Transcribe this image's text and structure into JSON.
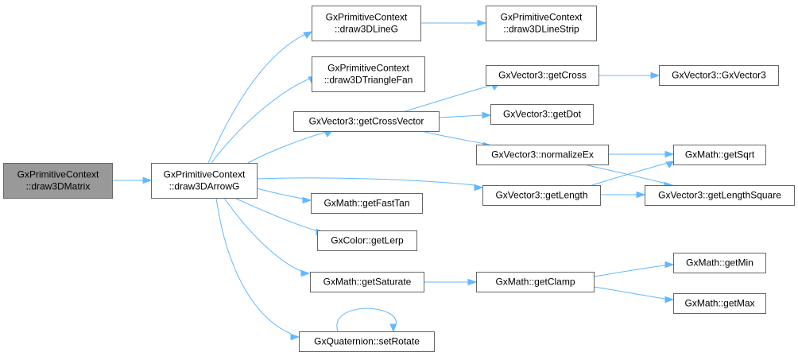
{
  "diagram": {
    "colors": {
      "edge": "#63b8ff",
      "node_border": "#666666",
      "root_fill": "#999999",
      "node_fill": "#ffffff"
    },
    "nodes": {
      "n0": {
        "lines": [
          "GxPrimitiveContext",
          "::draw3DMatrix"
        ],
        "root": true
      },
      "n1": {
        "lines": [
          "GxPrimitiveContext",
          "::draw3DArrowG"
        ]
      },
      "n2": {
        "lines": [
          "GxPrimitiveContext",
          "::draw3DLineG"
        ]
      },
      "n3": {
        "lines": [
          "GxPrimitiveContext",
          "::draw3DLineStrip"
        ]
      },
      "n4": {
        "lines": [
          "GxPrimitiveContext",
          "::draw3DTriangleFan"
        ]
      },
      "n5": {
        "lines": [
          "GxVector3::getCrossVector"
        ]
      },
      "n6": {
        "lines": [
          "GxVector3::getCross"
        ]
      },
      "n7": {
        "lines": [
          "GxVector3::GxVector3"
        ]
      },
      "n8": {
        "lines": [
          "GxVector3::getDot"
        ]
      },
      "n9": {
        "lines": [
          "GxVector3::normalizeEx"
        ]
      },
      "n10": {
        "lines": [
          "GxMath::getSqrt"
        ]
      },
      "n11": {
        "lines": [
          "GxVector3::getLengthSquare"
        ]
      },
      "n12": {
        "lines": [
          "GxVector3::getLength"
        ]
      },
      "n13": {
        "lines": [
          "GxMath::getFastTan"
        ]
      },
      "n14": {
        "lines": [
          "GxColor::getLerp"
        ]
      },
      "n15": {
        "lines": [
          "GxMath::getSaturate"
        ]
      },
      "n16": {
        "lines": [
          "GxMath::getClamp"
        ]
      },
      "n17": {
        "lines": [
          "GxMath::getMin"
        ]
      },
      "n18": {
        "lines": [
          "GxMath::getMax"
        ]
      },
      "n19": {
        "lines": [
          "GxQuaternion::setRotate"
        ]
      }
    },
    "edges": [
      {
        "from": "n0",
        "to": "n1"
      },
      {
        "from": "n1",
        "to": "n2"
      },
      {
        "from": "n2",
        "to": "n3"
      },
      {
        "from": "n1",
        "to": "n4"
      },
      {
        "from": "n1",
        "to": "n5"
      },
      {
        "from": "n5",
        "to": "n6"
      },
      {
        "from": "n6",
        "to": "n7"
      },
      {
        "from": "n5",
        "to": "n8"
      },
      {
        "from": "n5",
        "to": "n9"
      },
      {
        "from": "n9",
        "to": "n10"
      },
      {
        "from": "n9",
        "to": "n11"
      },
      {
        "from": "n1",
        "to": "n12"
      },
      {
        "from": "n12",
        "to": "n10"
      },
      {
        "from": "n12",
        "to": "n11"
      },
      {
        "from": "n1",
        "to": "n13"
      },
      {
        "from": "n1",
        "to": "n14"
      },
      {
        "from": "n1",
        "to": "n15"
      },
      {
        "from": "n15",
        "to": "n16"
      },
      {
        "from": "n16",
        "to": "n17"
      },
      {
        "from": "n16",
        "to": "n18"
      },
      {
        "from": "n1",
        "to": "n19"
      },
      {
        "from": "n19",
        "to": "n19"
      }
    ]
  }
}
